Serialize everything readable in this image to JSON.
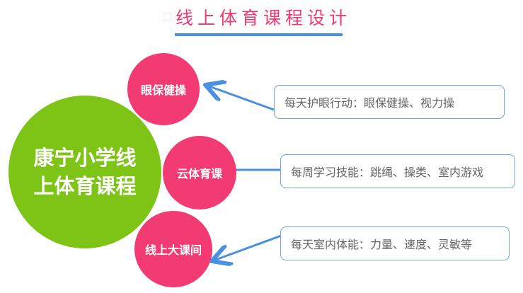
{
  "title": "线上体育课程设计",
  "center": "康宁小学线上体育课程",
  "branches": [
    {
      "label": "眼保健操",
      "detail": "每天护眼行动：眼保健操、视力操"
    },
    {
      "label": "云体育课",
      "detail": "每周学习技能：跳绳、操类、室内游戏"
    },
    {
      "label": "线上大课间",
      "detail": "每天室内体能：力量、速度、灵敏等"
    }
  ],
  "colors": {
    "title": "#EE3A6E",
    "accent": "#4A90E2",
    "center": "#7DC416",
    "branch": "#F23A73"
  }
}
